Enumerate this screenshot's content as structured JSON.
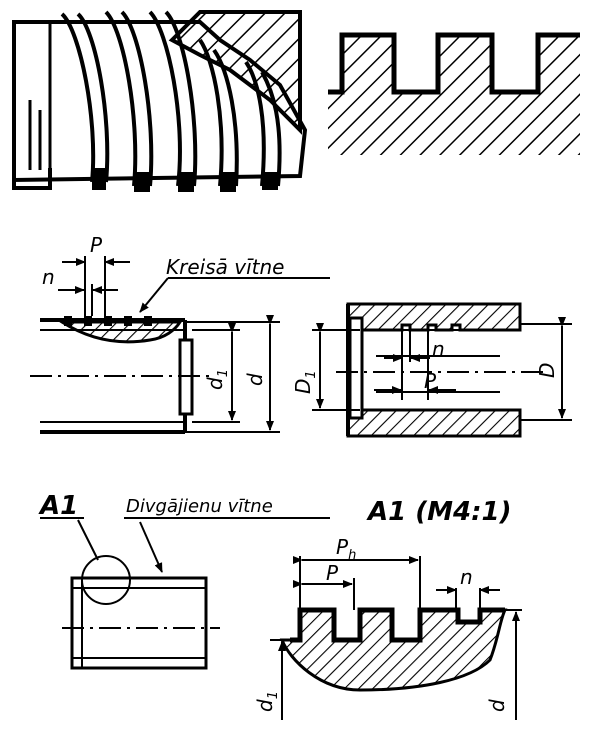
{
  "labels": {
    "left_thread": "Kreisā vītne",
    "pitch": "P",
    "thread_width": "n",
    "minor_diameter_shaft": "d",
    "minor_diameter_shaft_sub": "1",
    "major_diameter_shaft": "d",
    "nut_minor": "D",
    "nut_minor_sub": "1",
    "nut_major": "D",
    "nut_n": "n",
    "nut_pitch": "P",
    "detail_marker": "A1",
    "double_start_thread": "Divgājienu vītne",
    "detail_title": "A1 (M4:1)",
    "lead": "P",
    "lead_sub": "h",
    "detail_pitch": "P",
    "detail_n": "n",
    "detail_d1": "d",
    "detail_d1_sub": "1",
    "detail_d": "d"
  }
}
